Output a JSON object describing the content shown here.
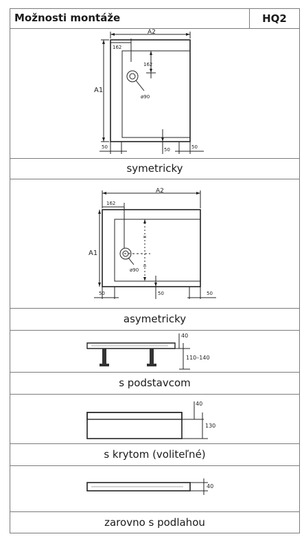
{
  "header": {
    "title": "Možnosti montáže",
    "code": "HQ2"
  },
  "sections": [
    {
      "caption": "symetricky",
      "dims": {
        "a2": "A2",
        "a1": "A1",
        "d162a": "162",
        "d162b": "162",
        "dia": "ø90",
        "d50l": "50",
        "d50c": "50",
        "d50r": "50"
      }
    },
    {
      "caption": "asymetricky",
      "dims": {
        "a2": "A2",
        "a1": "A1",
        "d162": "162",
        "eq1": "=",
        "eq2": "=",
        "dia": "ø90",
        "d50l": "50",
        "d50c": "50",
        "d50r": "50"
      }
    },
    {
      "caption": "s podstavcom",
      "dims": {
        "h40": "40",
        "h110": "110–140"
      }
    },
    {
      "caption": "s krytom (voliteľné)",
      "dims": {
        "h40": "40",
        "h130": "130"
      }
    },
    {
      "caption": "zarovno s podlahou",
      "dims": {
        "h40": "40"
      }
    }
  ]
}
